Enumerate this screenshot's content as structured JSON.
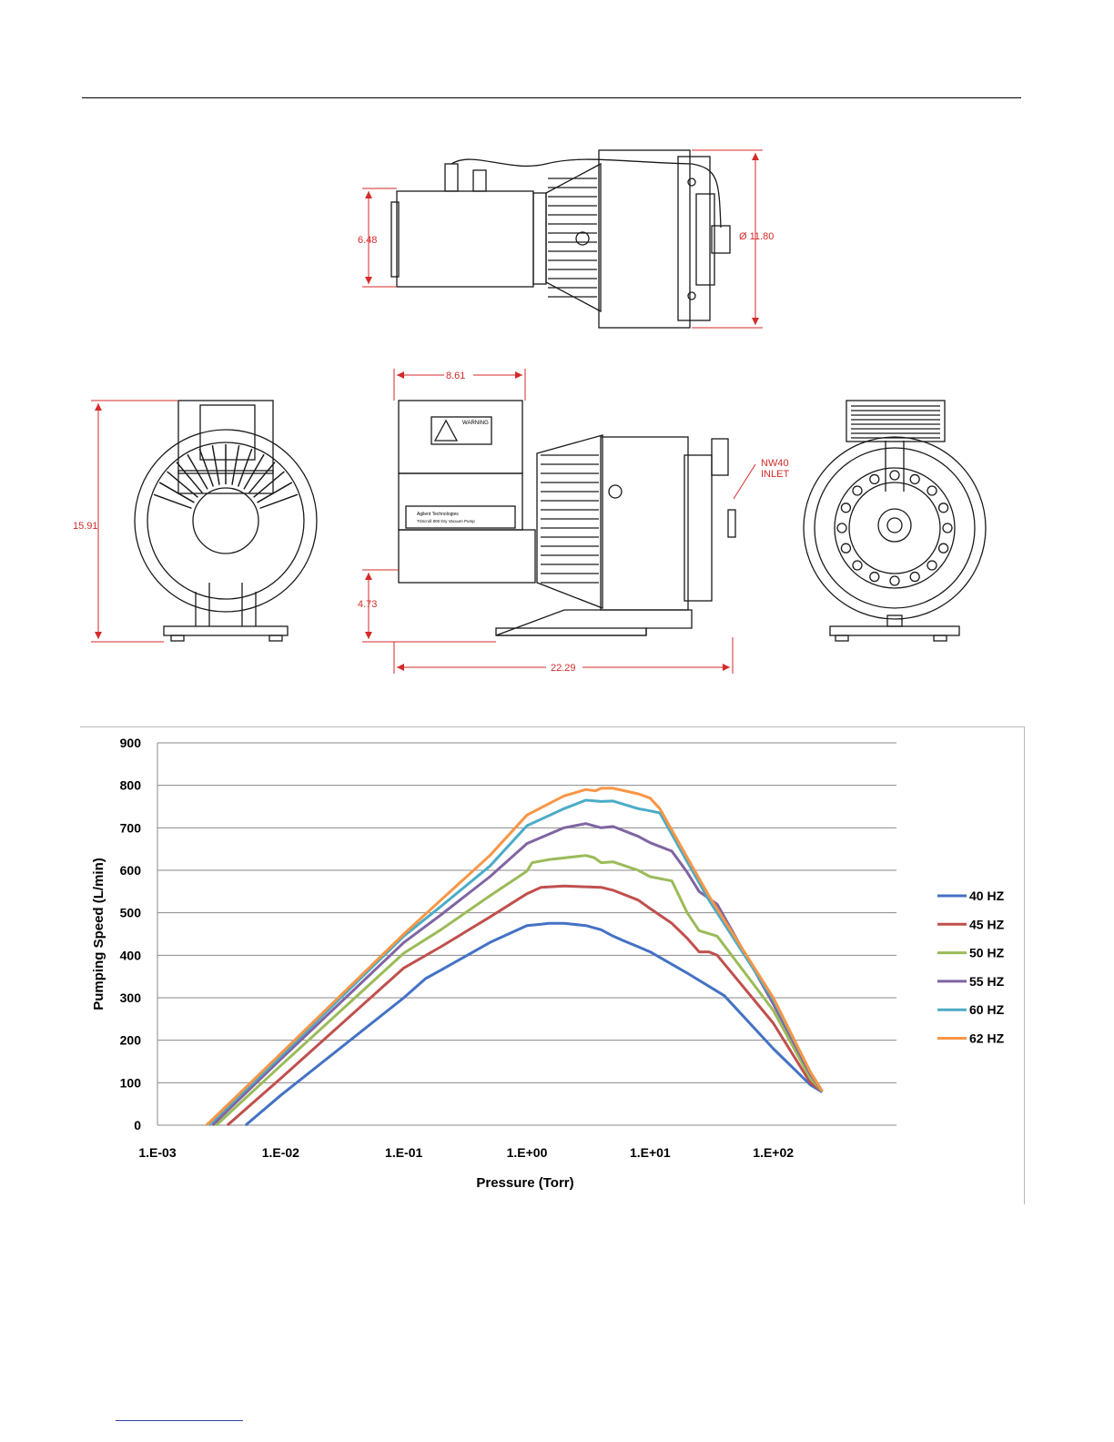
{
  "drawing": {
    "dimensions": {
      "height_side": "6.48",
      "diameter": "Ø 11.80",
      "total_height": "15.91",
      "motor_length": "8.61",
      "foot_height": "4.73",
      "total_length": "22.29",
      "inlet_line1": "NW40",
      "inlet_line2": "INLET"
    },
    "labels": {
      "warning": "WARNING",
      "brand": "Agilent Technologies",
      "product": "TriScroll 800   Dry Vacuum Pump"
    }
  },
  "chart_data": {
    "type": "line",
    "xlabel": "Pressure (Torr)",
    "ylabel": "Pumping Speed (L/min)",
    "xscale": "log",
    "xlim": [
      0.001,
      1000
    ],
    "ylim": [
      0,
      900
    ],
    "xticks": [
      "1.E-03",
      "1.E-02",
      "1.E-01",
      "1.E+00",
      "1.E+01",
      "1.E+02"
    ],
    "xtick_values": [
      0.001,
      0.01,
      0.1,
      1,
      10,
      100
    ],
    "yticks": [
      0,
      100,
      200,
      300,
      400,
      500,
      600,
      700,
      800,
      900
    ],
    "grid": true,
    "legend": "right",
    "series": [
      {
        "name": "40 HZ",
        "color": "#4472c4",
        "points": [
          [
            0.0052,
            0
          ],
          [
            0.01,
            70
          ],
          [
            0.1,
            300
          ],
          [
            0.15,
            345
          ],
          [
            0.2,
            365
          ],
          [
            0.5,
            430
          ],
          [
            1,
            470
          ],
          [
            1.3,
            473
          ],
          [
            1.5,
            475
          ],
          [
            2,
            475
          ],
          [
            3,
            470
          ],
          [
            4,
            460
          ],
          [
            5,
            445
          ],
          [
            6,
            435
          ],
          [
            8,
            420
          ],
          [
            10,
            408
          ],
          [
            20,
            358
          ],
          [
            40,
            305
          ],
          [
            100,
            180
          ],
          [
            200,
            95
          ],
          [
            250,
            78
          ]
        ]
      },
      {
        "name": "45 HZ",
        "color": "#c0504d",
        "points": [
          [
            0.0037,
            0
          ],
          [
            0.01,
            110
          ],
          [
            0.1,
            370
          ],
          [
            0.2,
            420
          ],
          [
            0.5,
            490
          ],
          [
            1,
            545
          ],
          [
            1.3,
            560
          ],
          [
            2,
            563
          ],
          [
            4,
            560
          ],
          [
            5,
            553
          ],
          [
            8,
            530
          ],
          [
            10,
            510
          ],
          [
            15,
            475
          ],
          [
            20,
            440
          ],
          [
            25,
            408
          ],
          [
            30,
            408
          ],
          [
            35,
            400
          ],
          [
            100,
            240
          ],
          [
            200,
            100
          ],
          [
            250,
            80
          ]
        ]
      },
      {
        "name": "50 HZ",
        "color": "#9bbb59",
        "points": [
          [
            0.003,
            0
          ],
          [
            0.01,
            140
          ],
          [
            0.1,
            405
          ],
          [
            0.2,
            460
          ],
          [
            0.5,
            540
          ],
          [
            1,
            598
          ],
          [
            1.1,
            618
          ],
          [
            1.5,
            625
          ],
          [
            3,
            635
          ],
          [
            3.5,
            630
          ],
          [
            4,
            618
          ],
          [
            5,
            620
          ],
          [
            8,
            600
          ],
          [
            10,
            585
          ],
          [
            15,
            575
          ],
          [
            20,
            500
          ],
          [
            25,
            458
          ],
          [
            35,
            445
          ],
          [
            100,
            270
          ],
          [
            200,
            110
          ],
          [
            250,
            80
          ]
        ]
      },
      {
        "name": "55 HZ",
        "color": "#8064a2",
        "points": [
          [
            0.0028,
            0
          ],
          [
            0.01,
            155
          ],
          [
            0.1,
            430
          ],
          [
            0.2,
            495
          ],
          [
            0.5,
            585
          ],
          [
            1,
            663
          ],
          [
            2,
            700
          ],
          [
            3,
            710
          ],
          [
            4,
            700
          ],
          [
            5,
            703
          ],
          [
            8,
            680
          ],
          [
            10,
            665
          ],
          [
            15,
            645
          ],
          [
            20,
            595
          ],
          [
            25,
            550
          ],
          [
            35,
            520
          ],
          [
            100,
            285
          ],
          [
            200,
            120
          ],
          [
            250,
            80
          ]
        ]
      },
      {
        "name": "60 HZ",
        "color": "#4bacc6",
        "points": [
          [
            0.0026,
            0
          ],
          [
            0.01,
            162
          ],
          [
            0.1,
            445
          ],
          [
            0.2,
            515
          ],
          [
            0.5,
            610
          ],
          [
            1,
            705
          ],
          [
            2,
            745
          ],
          [
            3,
            765
          ],
          [
            4,
            762
          ],
          [
            5,
            763
          ],
          [
            8,
            745
          ],
          [
            10,
            740
          ],
          [
            12,
            735
          ],
          [
            20,
            620
          ],
          [
            30,
            530
          ],
          [
            100,
            295
          ],
          [
            200,
            125
          ],
          [
            250,
            80
          ]
        ]
      },
      {
        "name": "62 HZ",
        "color": "#f79646",
        "points": [
          [
            0.0025,
            0
          ],
          [
            0.01,
            168
          ],
          [
            0.1,
            450
          ],
          [
            0.2,
            530
          ],
          [
            0.5,
            635
          ],
          [
            1,
            730
          ],
          [
            2,
            775
          ],
          [
            3,
            790
          ],
          [
            3.6,
            787
          ],
          [
            4,
            793
          ],
          [
            5,
            793
          ],
          [
            8,
            780
          ],
          [
            10,
            770
          ],
          [
            12,
            745
          ],
          [
            20,
            630
          ],
          [
            30,
            540
          ],
          [
            100,
            300
          ],
          [
            200,
            125
          ],
          [
            250,
            80
          ]
        ]
      }
    ]
  }
}
